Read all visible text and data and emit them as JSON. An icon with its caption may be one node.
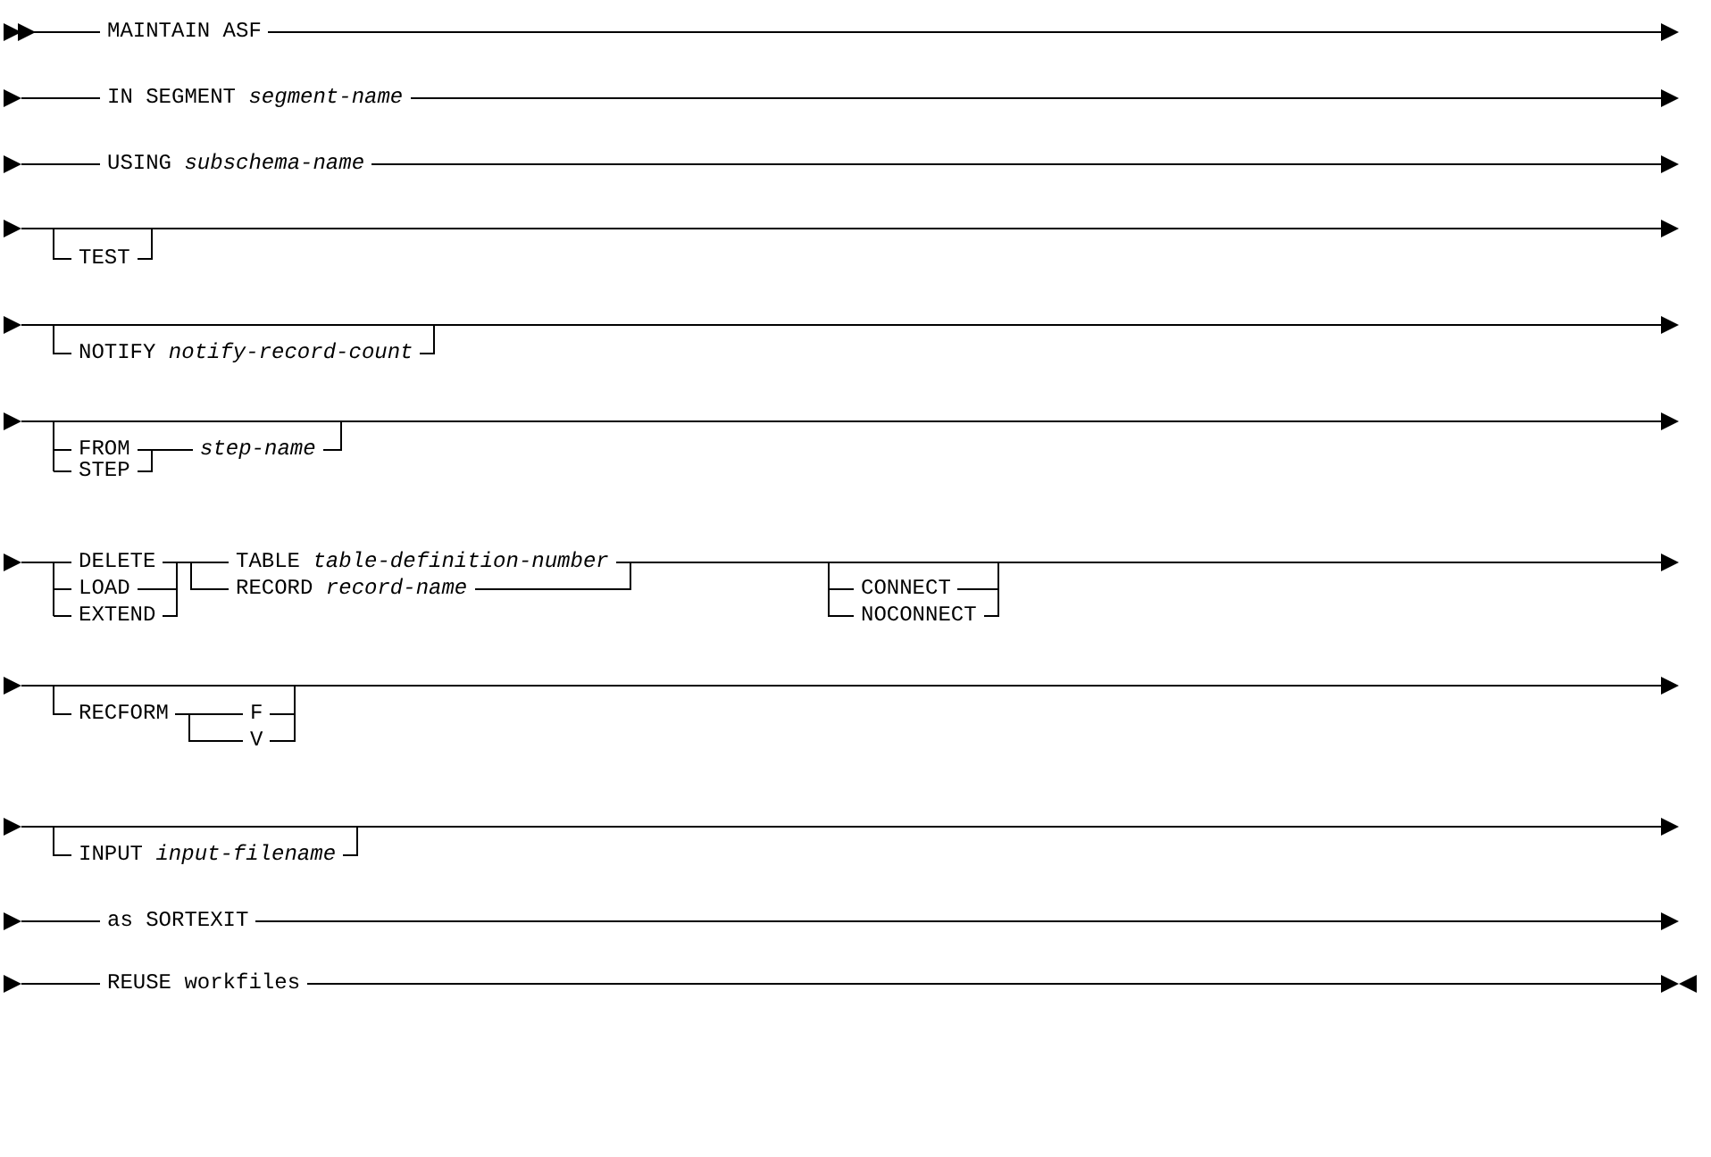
{
  "diagram": {
    "labels": [
      "MAINTAIN ASF",
      "IN SEGMENT *segment-name*",
      "USING *subschema-name*",
      "TEST",
      "NOTIFY *notify-record-count*",
      "FROM",
      "*step-name*",
      "STEP",
      "DELETE",
      "TABLE *table-definition-number*",
      "CONNECT",
      "LOAD",
      "RECORD *record-name*",
      "NOCONNECT",
      "EXTEND",
      "RECFORM",
      "F",
      "V",
      "INPUT *input-filename*",
      "as SORTEXIT",
      "REUSE workfiles"
    ]
  }
}
